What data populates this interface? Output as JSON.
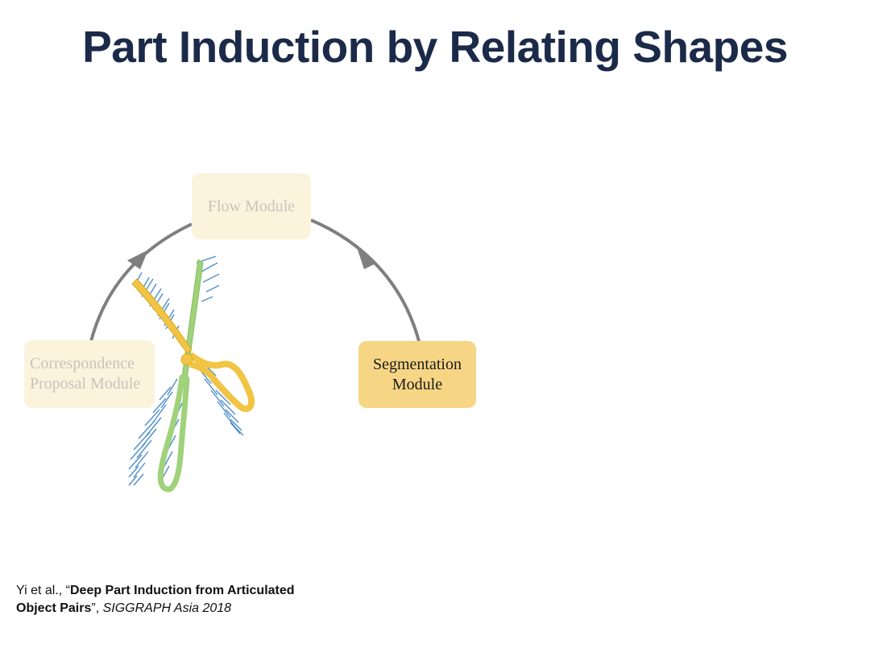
{
  "title": "Part Induction by Relating Shapes",
  "diagram": {
    "modules": {
      "flow": {
        "label": "Flow Module",
        "state": "faded"
      },
      "correspondence": {
        "line1": "Correspondence",
        "line2": "Proposal Module",
        "state": "faded"
      },
      "segmentation": {
        "line1": "Segmentation",
        "line2": "Module",
        "state": "active"
      }
    },
    "illustration": "scissors-with-flow-vectors-icon",
    "colors": {
      "faded_box": "#fcf3dc",
      "active_box": "#f6d585",
      "arc": "#7f7f7f",
      "blade_yellow": "#f2c443",
      "blade_green": "#9fd27a",
      "flow_arrows": "#3b82c4"
    }
  },
  "citation": {
    "authors": "Yi et al., “",
    "title_line1": "Deep Part Induction from Articulated",
    "title_line2": "Object Pairs",
    "sep": "”, ",
    "venue": "SIGGRAPH Asia 2018"
  }
}
